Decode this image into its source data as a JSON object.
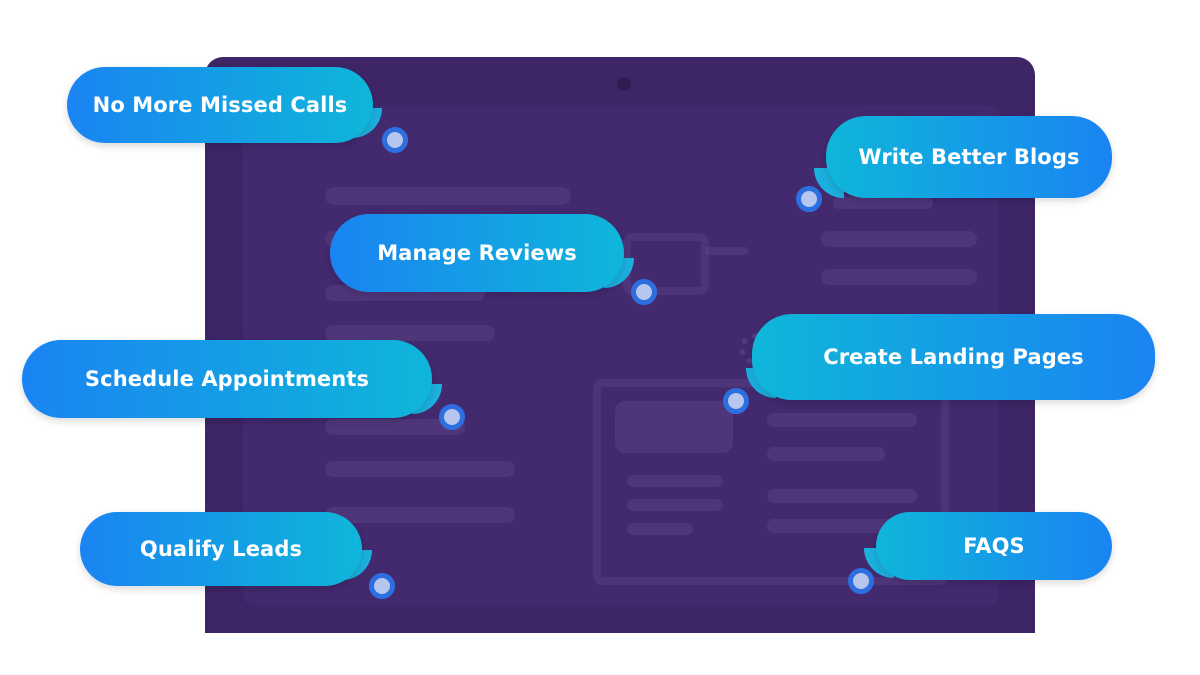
{
  "features": [
    {
      "id": "missed-calls",
      "label": "No More Missed Calls"
    },
    {
      "id": "blogs",
      "label": "Write Better Blogs"
    },
    {
      "id": "reviews",
      "label": "Manage Reviews"
    },
    {
      "id": "appointments",
      "label": "Schedule Appointments"
    },
    {
      "id": "landing-pages",
      "label": "Create Landing Pages"
    },
    {
      "id": "leads",
      "label": "Qualify Leads"
    },
    {
      "id": "faqs",
      "label": "FAQS"
    }
  ],
  "colors": {
    "laptop": "#3e2566",
    "bubble_start": "#1a84f2",
    "bubble_end": "#0fb6d9",
    "dot_ring": "#2d6fe0"
  }
}
